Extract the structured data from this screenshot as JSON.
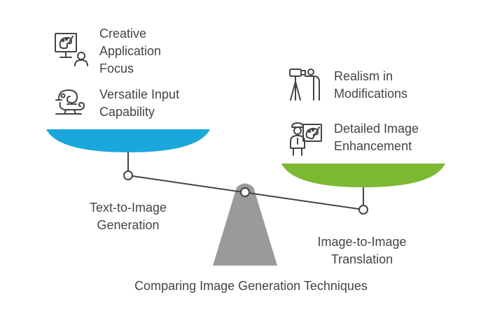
{
  "title": "Comparing Image Generation Techniques",
  "left": {
    "label": "Text-to-Image\nGeneration",
    "pan_color": "#1aa7dc",
    "features": [
      {
        "text": "Creative\nApplication\nFocus",
        "icon": "easel-artist-icon"
      },
      {
        "text": "Versatile Input\nCapability",
        "icon": "chameleon-icon"
      }
    ]
  },
  "right": {
    "label": "Image-to-Image\nTranslation",
    "pan_color": "#7cb832",
    "features": [
      {
        "text": "Realism in\nModifications",
        "icon": "camera-tripod-photographer-icon"
      },
      {
        "text": "Detailed Image\nEnhancement",
        "icon": "painter-palette-icon"
      }
    ]
  },
  "colors": {
    "fulcrum": "#9a9a9a",
    "beam": "#444444",
    "text": "#444444"
  }
}
